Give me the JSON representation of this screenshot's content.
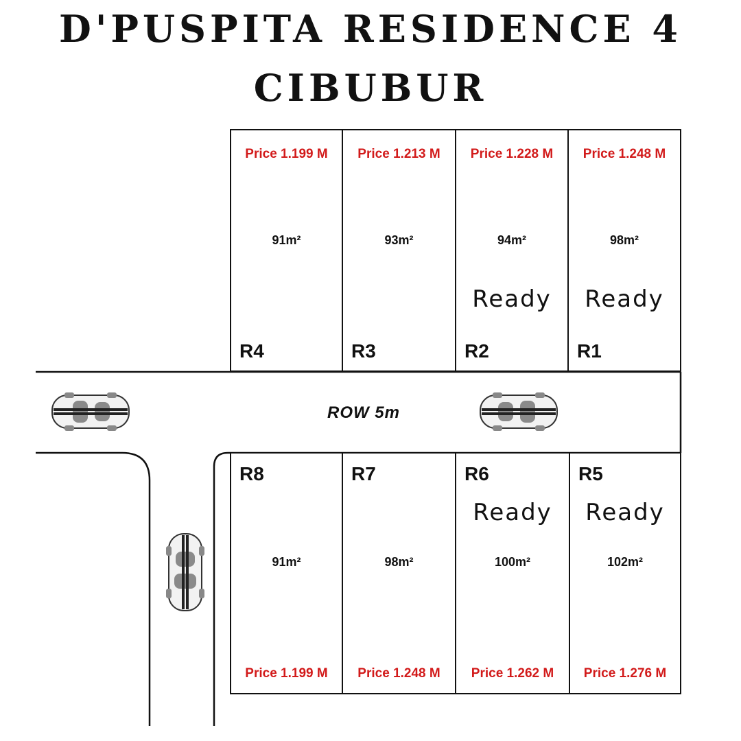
{
  "title": {
    "line1": "D'PUSPITA RESIDENCE 4",
    "line2": "CIBUBUR"
  },
  "road": {
    "label": "ROW 5m"
  },
  "plots": {
    "R4": {
      "id": "R4",
      "price": "Price 1.199 M",
      "area": "91m²",
      "status": ""
    },
    "R3": {
      "id": "R3",
      "price": "Price 1.213 M",
      "area": "93m²",
      "status": ""
    },
    "R2": {
      "id": "R2",
      "price": "Price 1.228 M",
      "area": "94m²",
      "status": "Ready"
    },
    "R1": {
      "id": "R1",
      "price": "Price 1.248 M",
      "area": "98m²",
      "status": "Ready"
    },
    "R8": {
      "id": "R8",
      "price": "Price 1.199 M",
      "area": "91m²",
      "status": ""
    },
    "R7": {
      "id": "R7",
      "price": "Price 1.248 M",
      "area": "98m²",
      "status": ""
    },
    "R6": {
      "id": "R6",
      "price": "Price 1.262 M",
      "area": "100m²",
      "status": "Ready"
    },
    "R5": {
      "id": "R5",
      "price": "Price 1.276 M",
      "area": "102m²",
      "status": "Ready"
    }
  },
  "colors": {
    "price": "#d21a1a",
    "lines": "#111111",
    "car_body": "#f2f2f2",
    "car_roof": "#8a8a8a"
  },
  "icons": [
    "car-icon"
  ]
}
